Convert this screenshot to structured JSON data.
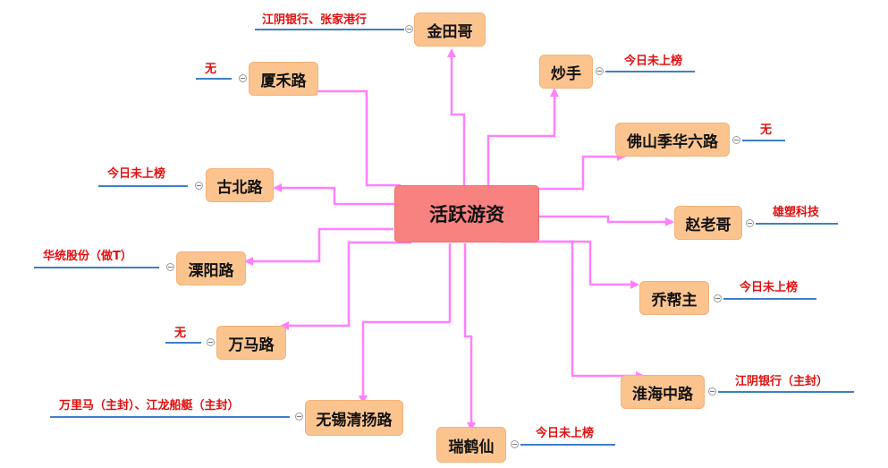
{
  "center": {
    "label": "活跃游资"
  },
  "nodes": [
    {
      "id": "jintiange",
      "label": "金田哥",
      "note": "江阴银行、张家港行"
    },
    {
      "id": "xiahelu",
      "label": "厦禾路",
      "note": "无"
    },
    {
      "id": "chaoshou",
      "label": "炒手",
      "note": "今日未上榜"
    },
    {
      "id": "foshan",
      "label": "佛山季华六路",
      "note": "无"
    },
    {
      "id": "gubeilu",
      "label": "古北路",
      "note": "今日未上榜"
    },
    {
      "id": "zhaolaoge",
      "label": "赵老哥",
      "note": "雄塑科技"
    },
    {
      "id": "liyanglu",
      "label": "溧阳路",
      "note": "华统股份（做T）"
    },
    {
      "id": "qiaobangzhu",
      "label": "乔帮主",
      "note": "今日未上榜"
    },
    {
      "id": "wanmalu",
      "label": "万马路",
      "note": "无"
    },
    {
      "id": "huaihai",
      "label": "淮海中路",
      "note": "江阴银行（主封）"
    },
    {
      "id": "wuxi",
      "label": "无锡清扬路",
      "note": "万里马（主封）、江龙船艇（主封）"
    },
    {
      "id": "ruihexian",
      "label": "瑞鹤仙",
      "note": "今日未上榜"
    }
  ],
  "colors": {
    "link": "#ff80ff",
    "node": "#fbc48f",
    "center": "#f78280",
    "note": "#e01010",
    "underline": "#3f7fc6"
  }
}
